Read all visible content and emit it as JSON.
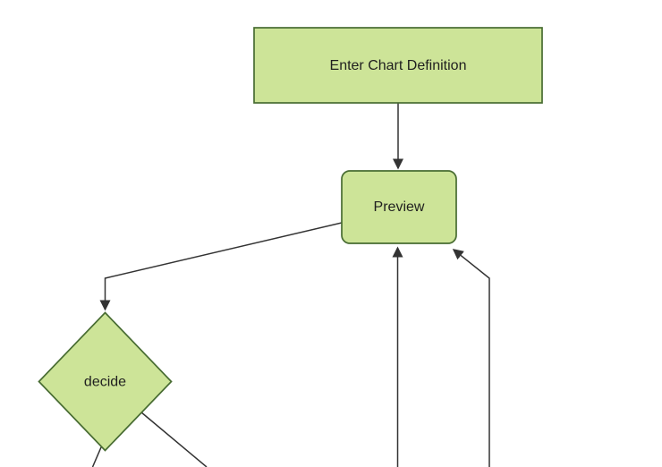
{
  "diagram": {
    "type": "flowchart",
    "direction": "top-down",
    "nodes": [
      {
        "id": "enter-chart-definition",
        "label": "Enter Chart Definition",
        "shape": "rectangle"
      },
      {
        "id": "preview",
        "label": "Preview",
        "shape": "rounded-rectangle"
      },
      {
        "id": "decide",
        "label": "decide",
        "shape": "diamond"
      }
    ],
    "edges": [
      {
        "from": "enter-chart-definition",
        "to": "preview",
        "arrowhead": true
      },
      {
        "from": "preview",
        "to": "decide",
        "arrowhead": true
      },
      {
        "from": "offscreen-bottom",
        "to": "preview",
        "arrowhead": true
      },
      {
        "from": "offscreen-bottom",
        "to": "preview",
        "arrowhead": true
      },
      {
        "from": "decide",
        "to": "offscreen-bottom",
        "arrowhead": false
      },
      {
        "from": "decide",
        "to": "offscreen-bottom",
        "arrowhead": false
      }
    ],
    "colors": {
      "node_fill": "#cde498",
      "node_border": "#486c32",
      "edge_stroke": "#333333",
      "arrowhead": "#333333",
      "text": "#1f1f1f",
      "background": "#ffffff"
    }
  }
}
